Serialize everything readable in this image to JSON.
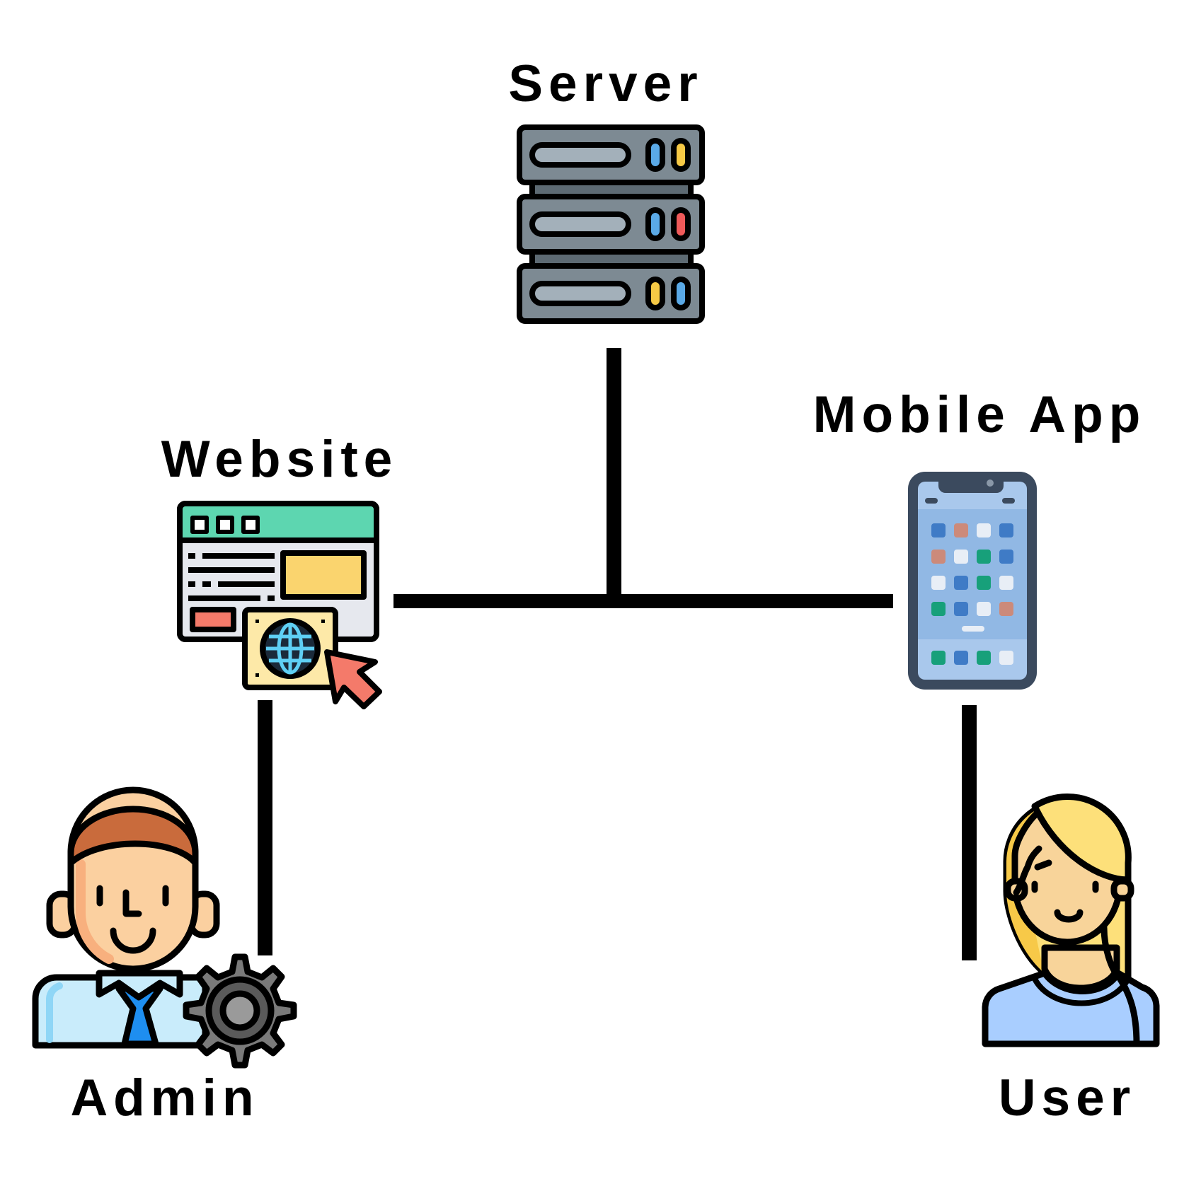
{
  "nodes": {
    "server": {
      "label": "Server",
      "icon": "server-rack-icon"
    },
    "website": {
      "label": "Website",
      "icon": "browser-window-icon"
    },
    "mobile_app": {
      "label": "Mobile App",
      "icon": "smartphone-icon"
    },
    "admin": {
      "label": "Admin",
      "icon": "admin-with-gear-icon"
    },
    "user": {
      "label": "User",
      "icon": "female-user-icon"
    }
  },
  "colors": {
    "line": "#000000",
    "server_body": "#7d8a93",
    "website_header": "#5dd6b0",
    "website_panel": "#fad46e",
    "phone_frame": "#3b4a5e",
    "phone_screen": "#a9c8ec",
    "admin_hair": "#c96b3c",
    "admin_skin": "#fbd0a0",
    "admin_shirt": "#c9ecfb",
    "admin_tie": "#1e8ef0",
    "gear": "#7a7a7a",
    "user_hair": "#fde07a",
    "user_skin": "#f8d49a",
    "user_shirt": "#a9ceff"
  }
}
